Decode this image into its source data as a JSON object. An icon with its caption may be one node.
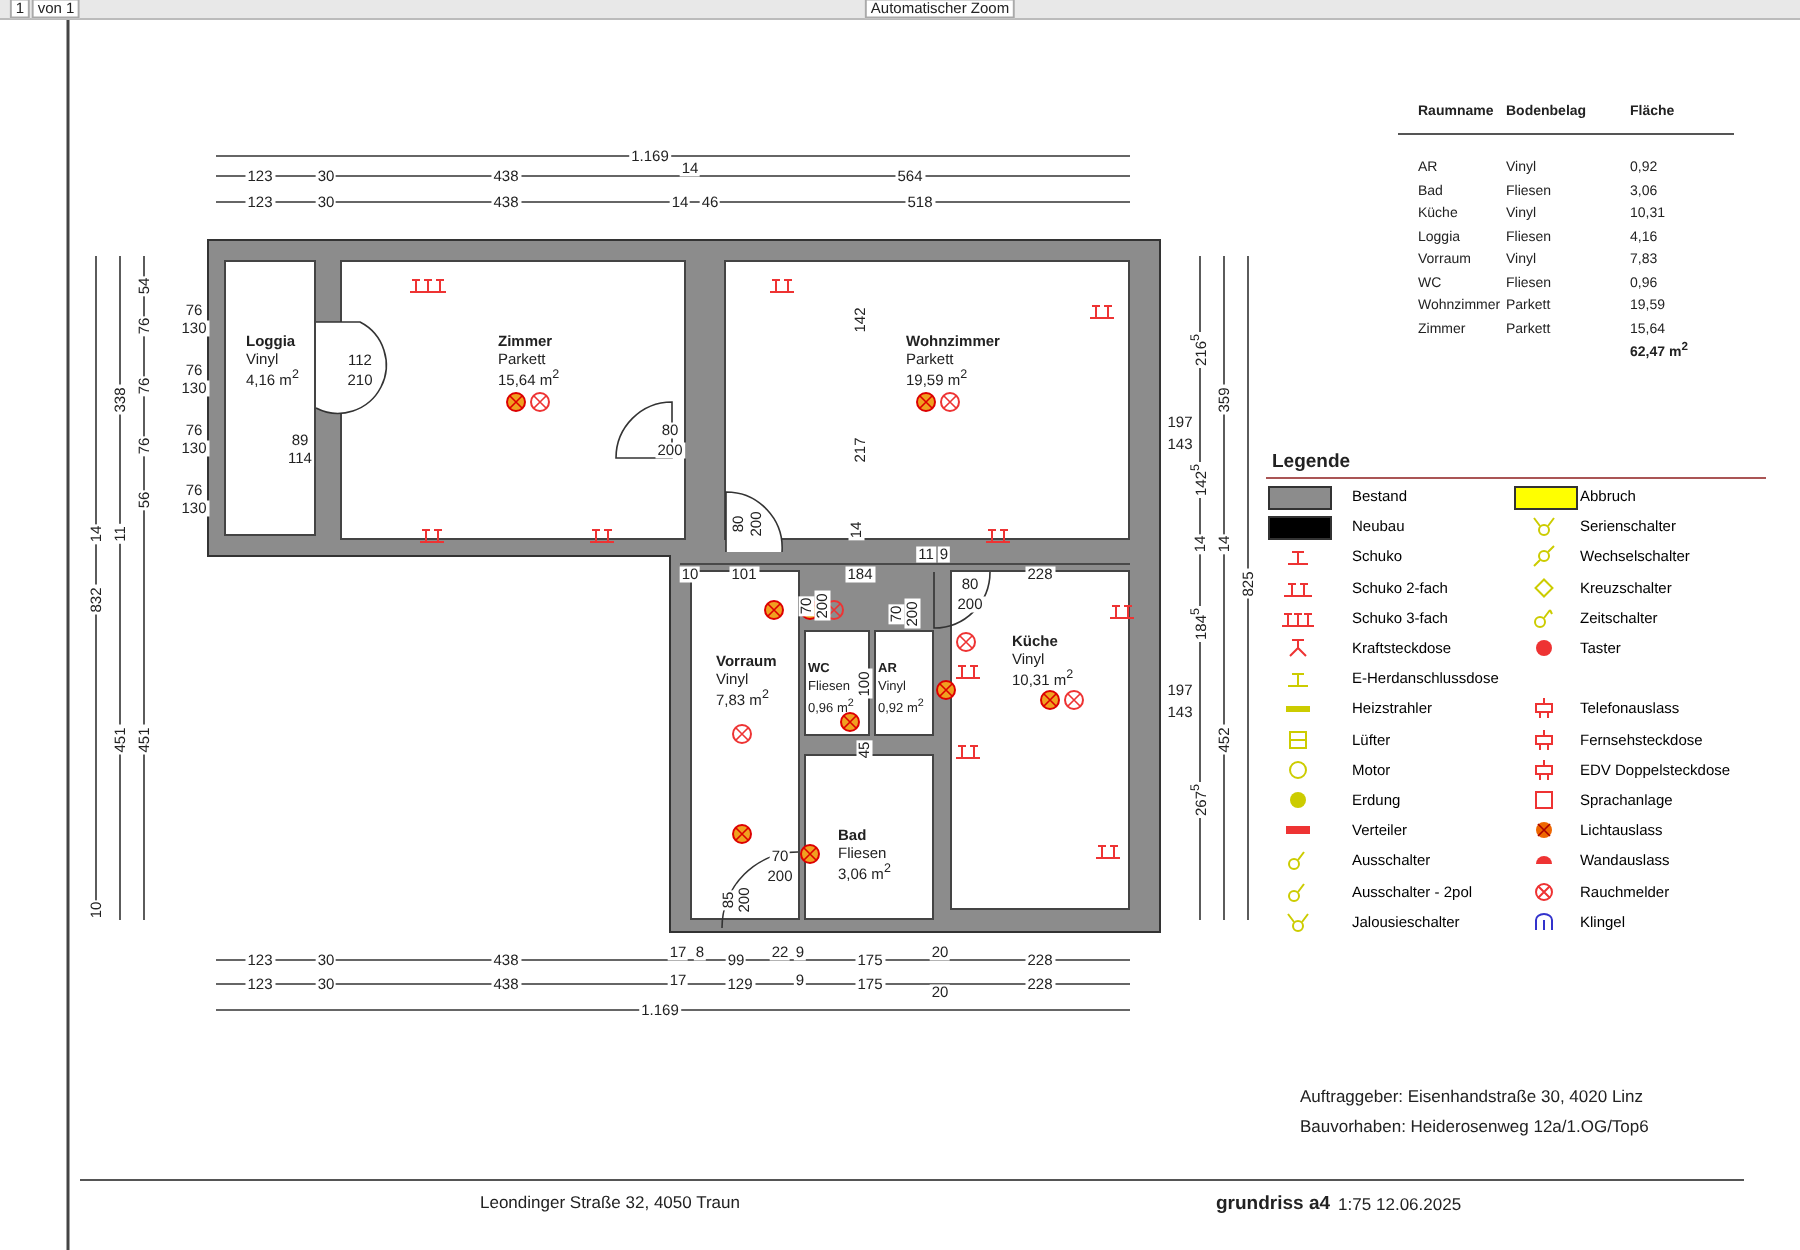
{
  "diagram": {
    "nodes": [
      {
        "text": [
          "Loggia",
          "Vinyl",
          "4,16 m$^{2}$"
        ]
      },
      {
        "text": [
          "Zimmer",
          "Parkett",
          "15,64 m$^{2}$"
        ]
      },
      {
        "text": [
          "Wohnzimmer",
          "Parkett",
          "19,59 m$^{2}$"
        ]
      },
      {
        "text": [
          "Vorraum",
          "Vinyl",
          "7,83 m$^{2}$"
        ]
      },
      {
        "text": [
          "WC",
          "Fliesen",
          "0,96 m$^{2}$"
        ]
      },
      {
        "text": [
          "AR",
          "Vinyl",
          "0,92 m$^{2}$"
        ]
      },
      {
        "text": [
          "Bad",
          "Fliesen",
          "3,06 m$^{2}$"
        ]
      },
      {
        "text": [
          "Küche",
          "Vinyl",
          "10,31 m$^{2}$"
        ]
      }
    ],
    "labels": [
      "1",
      "von 1",
      "Automatischer Zoom",
      "1.169",
      "123",
      "30",
      "438",
      "14",
      "564",
      "123",
      "30",
      "438",
      "14",
      "46",
      "518",
      "123",
      "30",
      "438",
      "17",
      "8",
      "99",
      "22",
      "9",
      "175",
      "20",
      "228",
      "123",
      "30",
      "438",
      "17",
      "129",
      "9",
      "175",
      "20",
      "228",
      "1.169",
      "832",
      "338",
      "451",
      "451",
      "54",
      "76",
      "76",
      "76",
      "56",
      "14",
      "11",
      "10",
      "76",
      "130",
      "76",
      "130",
      "76",
      "130",
      "76",
      "130",
      "112",
      "210",
      "89",
      "114",
      "80",
      "200",
      "80",
      "200",
      "142",
      "217",
      "14",
      "10",
      "101",
      "184",
      "11",
      "9",
      "228",
      "80",
      "200",
      "70",
      "200",
      "70",
      "200",
      "100",
      "45",
      "70",
      "200",
      "85",
      "200",
      "197",
      "143",
      "197",
      "143",
      "216$^{5}$",
      "142$^{5}$",
      "14",
      "184$^{5}$",
      "267$^{5}$",
      "359",
      "14",
      "452",
      "825",
      "Raumname",
      "Bodenbelag",
      "Fläche",
      "AR",
      "Vinyl",
      "0,92",
      "Bad",
      "Fliesen",
      "3,06",
      "Küche",
      "Vinyl",
      "10,31",
      "Loggia",
      "Fliesen",
      "4,16",
      "Vorraum",
      "Vinyl",
      "7,83",
      "WC",
      "Fliesen",
      "0,96",
      "Wohnzimmer",
      "Parkett",
      "19,59",
      "Zimmer",
      "Parkett",
      "15,64",
      "62,47 m$^{2}$",
      "Legende",
      "Auftraggeber: Eisenhandstraße 30, 4020 Linz",
      "Bauvorhaben: Heiderosenweg 12a/1.OG/Top6",
      "Leondinger Straße 32, 4050 Traun",
      "grundriss a4",
      "1:75",
      "12.06.2025"
    ],
    "legend": [
      {
        "text": "Bestand",
        "color": "#8c8c8c"
      },
      {
        "text": "Neubau",
        "color": "#000000"
      },
      {
        "text": "Schuko"
      },
      {
        "text": "Schuko 2-fach"
      },
      {
        "text": "Schuko 3-fach"
      },
      {
        "text": "Kraftsteckdose"
      },
      {
        "text": "E-Herdanschlussdose"
      },
      {
        "text": "Heizstrahler"
      },
      {
        "text": "Lüfter"
      },
      {
        "text": "Motor"
      },
      {
        "text": "Erdung"
      },
      {
        "text": "Verteiler"
      },
      {
        "text": "Ausschalter"
      },
      {
        "text": "Ausschalter - 2pol"
      },
      {
        "text": "Jalousieschalter"
      },
      {
        "text": "Abbruch",
        "color": "#ffff00"
      },
      {
        "text": "Serienschalter"
      },
      {
        "text": "Wechselschalter"
      },
      {
        "text": "Kreuzschalter"
      },
      {
        "text": "Zeitschalter"
      },
      {
        "text": "Taster"
      },
      {
        "text": "Telefonauslass"
      },
      {
        "text": "Fernsehsteckdose"
      },
      {
        "text": "EDV Doppelsteckdose"
      },
      {
        "text": "Sprachanlage"
      },
      {
        "text": "Lichtauslass"
      },
      {
        "text": "Wandauslass"
      },
      {
        "text": "Rauchmelder"
      },
      {
        "text": "Klingel"
      }
    ]
  }
}
